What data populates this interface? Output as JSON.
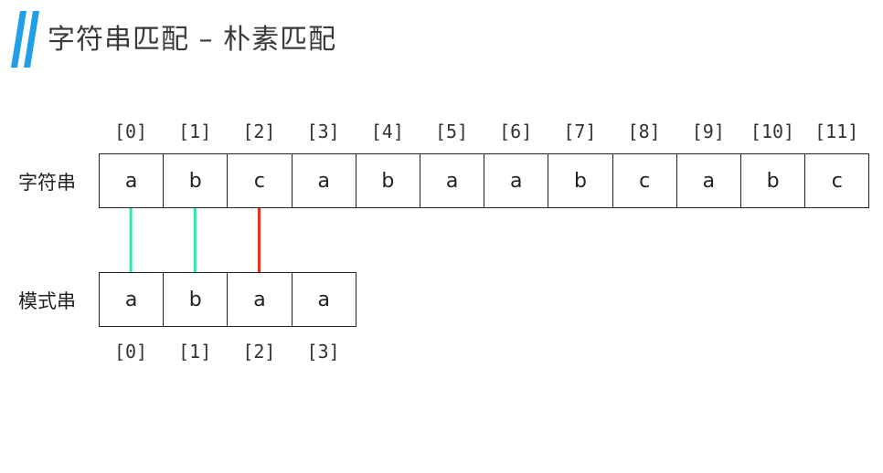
{
  "title": "字符串匹配 – 朴素匹配",
  "colors": {
    "accent": "#1e9fe8",
    "match": "#2fe8a6",
    "mismatch": "#e8331f"
  },
  "text_row": {
    "label": "字符串",
    "indices": [
      "[0]",
      "[1]",
      "[2]",
      "[3]",
      "[4]",
      "[5]",
      "[6]",
      "[7]",
      "[8]",
      "[9]",
      "[10]",
      "[11]"
    ],
    "chars": [
      "a",
      "b",
      "c",
      "a",
      "b",
      "a",
      "a",
      "b",
      "c",
      "a",
      "b",
      "c"
    ]
  },
  "pattern_row": {
    "label": "模式串",
    "indices": [
      "[0]",
      "[1]",
      "[2]",
      "[3]"
    ],
    "chars": [
      "a",
      "b",
      "a",
      "a"
    ]
  },
  "comparisons": [
    {
      "index": 0,
      "result": "match"
    },
    {
      "index": 1,
      "result": "match"
    },
    {
      "index": 2,
      "result": "mismatch"
    }
  ]
}
